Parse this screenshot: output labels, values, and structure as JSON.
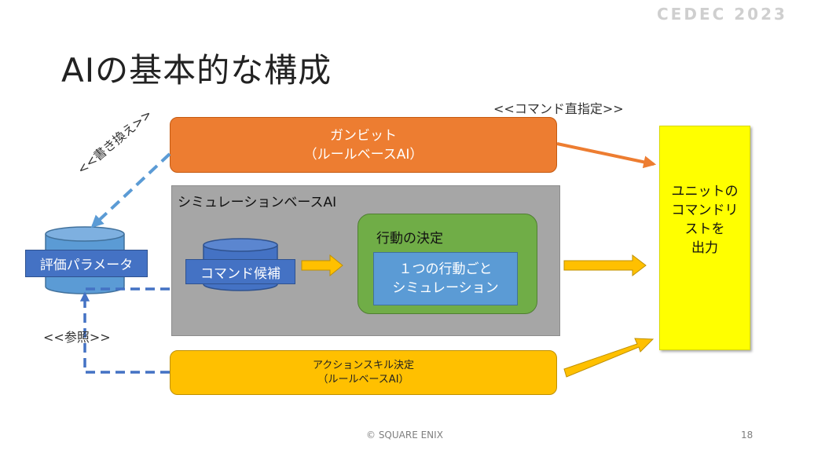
{
  "slide": {
    "title": "AIの基本的な構成",
    "logo_text": "CEDEC 2023",
    "footer": "© SQUARE ENIX",
    "page_number": "18"
  },
  "diagram": {
    "gambit": {
      "line1": "ガンビット",
      "line2": "（ルールベースAI）"
    },
    "simulation": {
      "label": "シミュレーションベースAI",
      "command_candidates": "コマンド候補",
      "action_decision": {
        "label": "行動の決定",
        "inner_line1": "１つの行動ごと",
        "inner_line2": "シミュレーション"
      }
    },
    "action_skill": {
      "line1": "アクションスキル決定",
      "line2": "（ルールベースAI）"
    },
    "eval_params": "評価パラメータ",
    "output": {
      "line1": "ユニットの",
      "line2": "コマンドリ",
      "line3": "ストを",
      "line4": "出力"
    },
    "annotations": {
      "direct": "<<コマンド直指定>>",
      "rewrite": "<<書き換え>>",
      "reference": "<<参照>>"
    }
  },
  "colors": {
    "orange": "#ed7d31",
    "gray": "#a6a6a6",
    "green": "#70ad47",
    "blue": "#5b9bd5",
    "dark_blue": "#4472c4",
    "gold": "#ffc000",
    "yellow": "#ffff00",
    "dashed_arrow": "#5b9bd5"
  }
}
